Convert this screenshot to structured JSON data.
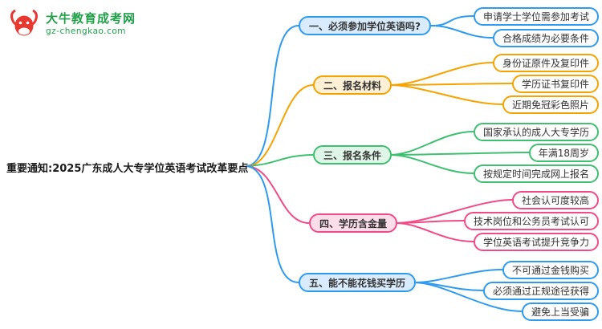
{
  "logo": {
    "name": "大牛教育成考网",
    "domain": "gz-chengkao.com"
  },
  "root": {
    "label": "重要通知:2025广东成人大专学位英语考试改革要点"
  },
  "palette": {
    "blue": "#2e9bf0",
    "orange": "#f5a300",
    "green": "#3fbf70",
    "pink": "#f24a87",
    "logo_green": "#21a04a",
    "logo_red": "#e8382f"
  },
  "branches": [
    {
      "label": "一、必须参加学位英语吗?",
      "color": "#2e9bf0",
      "children": [
        "申请学士学位需参加考试",
        "合格成绩为必要条件"
      ]
    },
    {
      "label": "二、报名材料",
      "color": "#f5a300",
      "children": [
        "身份证原件及复印件",
        "学历证书复印件",
        "近期免冠彩色照片"
      ]
    },
    {
      "label": "三、报名条件",
      "color": "#3fbf70",
      "children": [
        "国家承认的成人大专学历",
        "年满18周岁",
        "按规定时间完成网上报名"
      ]
    },
    {
      "label": "四、学历含金量",
      "color": "#f24a87",
      "children": [
        "社会认可度较高",
        "技术岗位和公务员考试认可",
        "学位英语考试提升竞争力"
      ]
    },
    {
      "label": "五、能不能花钱买学历",
      "color": "#2e9bf0",
      "children": [
        "不可通过金钱购买",
        "必须通过正规途径获得",
        "避免上当受骗"
      ]
    }
  ]
}
